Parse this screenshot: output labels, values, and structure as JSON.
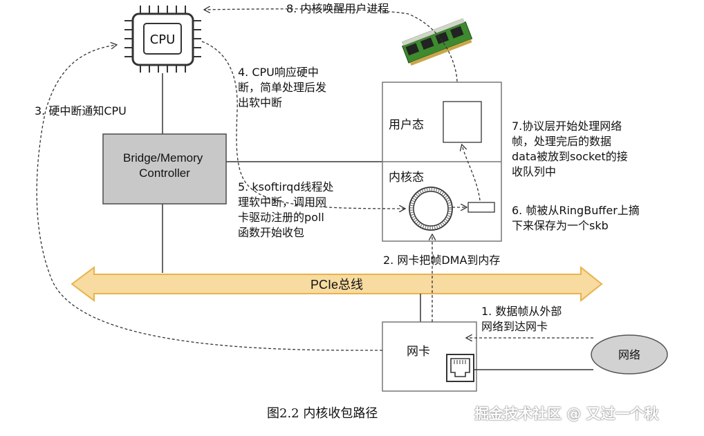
{
  "cpu": {
    "label": "CPU",
    "icon": "cpu-chip-icon"
  },
  "bridge": {
    "label": "Bridge/Memory\nController"
  },
  "memory": {
    "icon": "ram-module-icon",
    "user_space": "用户态",
    "kernel_space": "内核态"
  },
  "nic": {
    "label": "网卡",
    "icon": "ethernet-port-icon"
  },
  "network": {
    "label": "网络"
  },
  "bus": {
    "label": "PCIe总线"
  },
  "steps": {
    "s1": "1. 数据帧从外部\n网络到达网卡",
    "s2": "2. 网卡把帧DMA到内存",
    "s3": "3. 硬中断通知CPU",
    "s4": "4. CPU响应硬中\n断，简单处理后发\n出软中断",
    "s5": "5. ksoftirqd线程处\n理软中断，调用网\n卡驱动注册的poll\n函数开始收包",
    "s6": "6. 帧被从RingBuffer上摘\n下来保存为一个skb",
    "s7": "7.协议层开始处理网络\n帧，处理完后的数据\ndata被放到socket的接\n收队列中",
    "s8": "8. 内核唤醒用户进程"
  },
  "caption": "图2.2    内核收包路径",
  "watermark": "掘金技术社区 @ 又过一个秋",
  "colors": {
    "bridge_fill": "#c8c8c8",
    "bus_fill": "#f7dba0",
    "bus_stroke": "#e8b24c",
    "network_fill": "#d2d2d2",
    "ram_green": "#3e8a2f"
  }
}
